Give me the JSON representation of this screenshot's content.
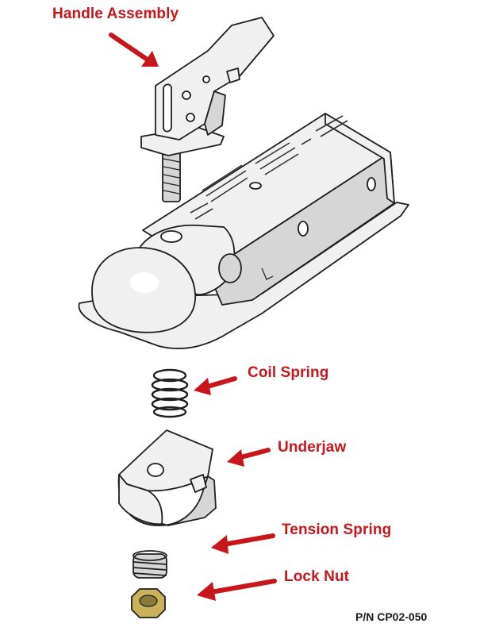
{
  "colors": {
    "label": "#c8161d",
    "arrow": "#c8161d",
    "part_fill": "#f0f0f0",
    "part_shade": "#d6d6d6",
    "outline": "#1f1f1f",
    "nut_fill": "#c9b25a"
  },
  "labels": {
    "handle_assembly": "Handle Assembly",
    "coil_spring": "Coil Spring",
    "underjaw": "Underjaw",
    "tension_spring": "Tension Spring",
    "lock_nut": "Lock Nut"
  },
  "part_number": "P/N CP02-050"
}
